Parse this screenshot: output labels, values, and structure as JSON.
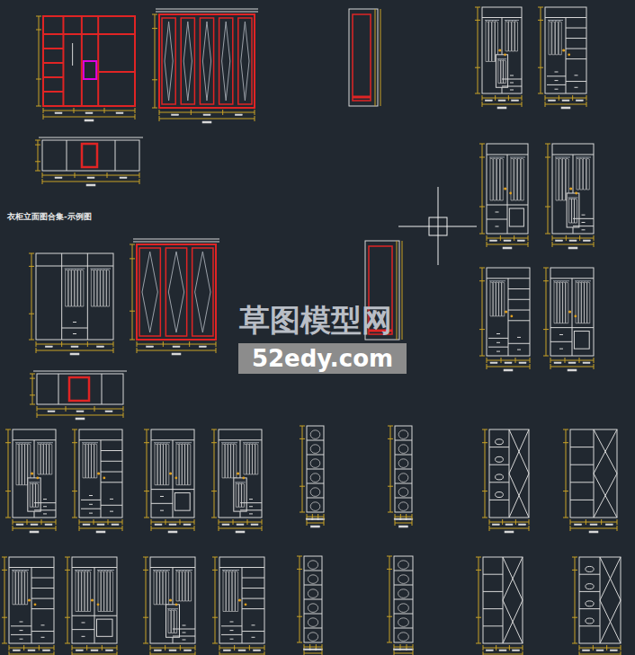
{
  "diagram": {
    "nodes": [
      {
        "text": [
          "52edy.com"
        ]
      }
    ],
    "labels": [
      "衣柜立面图合集-示例图",
      "草图模型网"
    ]
  }
}
